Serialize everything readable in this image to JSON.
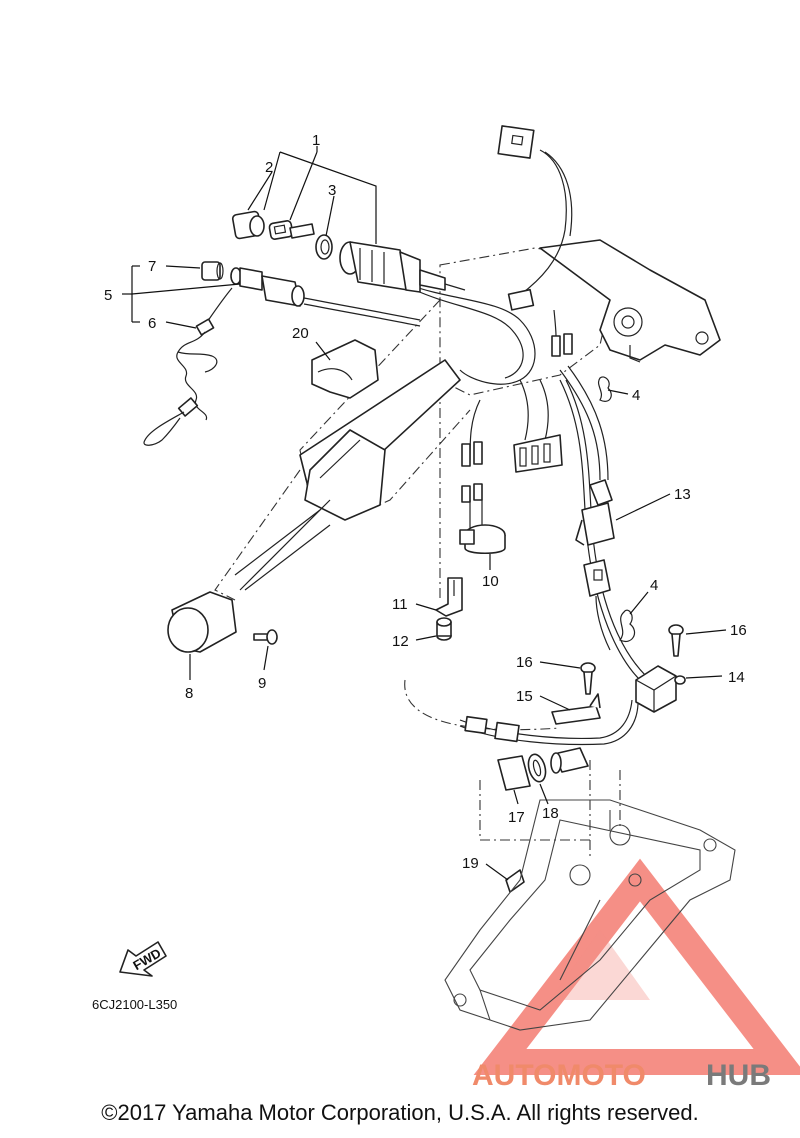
{
  "diagram": {
    "callouts": [
      {
        "id": "1",
        "label": "1"
      },
      {
        "id": "2",
        "label": "2"
      },
      {
        "id": "3",
        "label": "3"
      },
      {
        "id": "4a",
        "label": "4"
      },
      {
        "id": "4b",
        "label": "4"
      },
      {
        "id": "5",
        "label": "5"
      },
      {
        "id": "6",
        "label": "6"
      },
      {
        "id": "7",
        "label": "7"
      },
      {
        "id": "8",
        "label": "8"
      },
      {
        "id": "9",
        "label": "9"
      },
      {
        "id": "10",
        "label": "10"
      },
      {
        "id": "11",
        "label": "11"
      },
      {
        "id": "12",
        "label": "12"
      },
      {
        "id": "13",
        "label": "13"
      },
      {
        "id": "14",
        "label": "14"
      },
      {
        "id": "15",
        "label": "15"
      },
      {
        "id": "16a",
        "label": "16"
      },
      {
        "id": "16b",
        "label": "16"
      },
      {
        "id": "17",
        "label": "17"
      },
      {
        "id": "18",
        "label": "18"
      },
      {
        "id": "19",
        "label": "19"
      },
      {
        "id": "20",
        "label": "20"
      }
    ],
    "fwd_label": "FWD",
    "drawing_code": "6CJ2100-L350"
  },
  "watermark": {
    "part1": "AUTOMOTO",
    "part2": "HUB",
    "color_primary": "#f08a6a",
    "color_secondary": "#7a7a7a",
    "color_triangle": "#f26a5e"
  },
  "copyright": "©2017 Yamaha Motor Corporation, U.S.A. All rights reserved."
}
